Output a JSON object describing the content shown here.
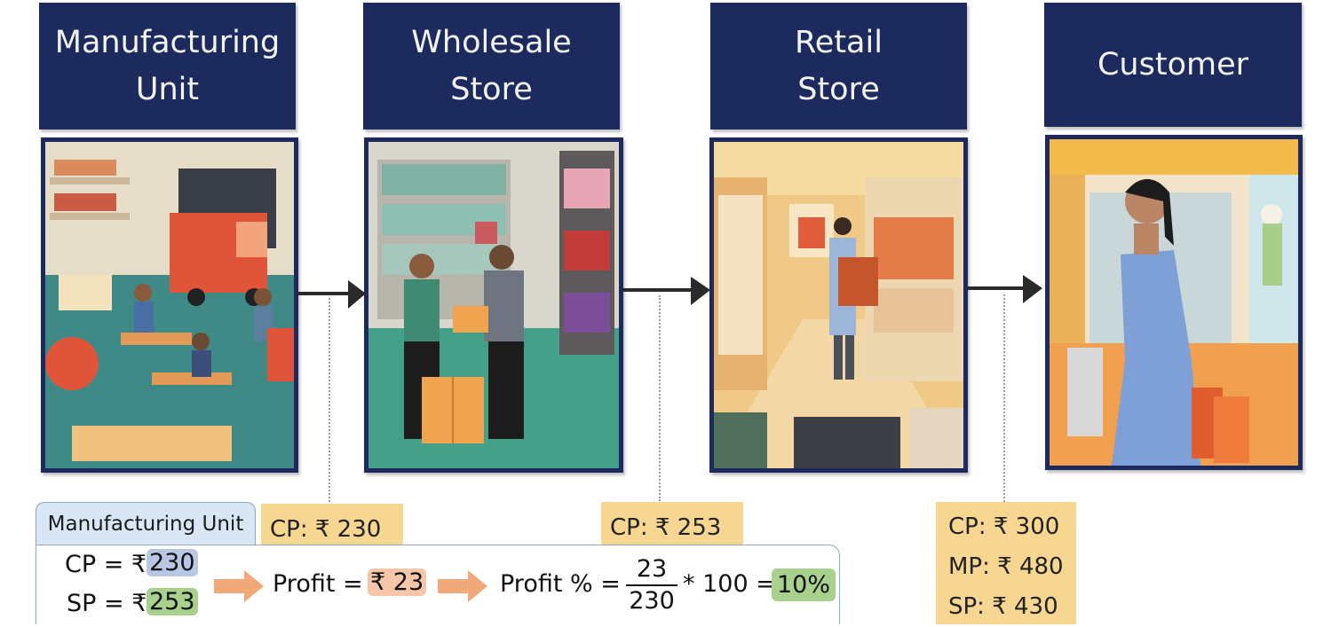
{
  "stages": [
    {
      "title": "Manufacturing\nUnit"
    },
    {
      "title": "Wholesale\nStore"
    },
    {
      "title": "Retail\nStore"
    },
    {
      "title": "Customer"
    }
  ],
  "notes": {
    "wholesale_cp": "CP: ₹ 230",
    "retail_cp": "CP: ₹ 253",
    "customer_cp": "CP: ₹ 300",
    "customer_mp": "MP: ₹ 480",
    "customer_sp": "SP: ₹ 430"
  },
  "calc": {
    "tab_label": "Manufacturing Unit",
    "cp_label": "CP = ₹",
    "cp_value": "230",
    "sp_label": "SP = ₹",
    "sp_value": "253",
    "profit_label": "Profit =",
    "profit_value": "₹ 23",
    "profit_pct_label": "Profit % =",
    "frac_num": "23",
    "frac_den": "230",
    "times_text": "* 100 =",
    "result": "10%"
  },
  "colors": {
    "header_bg": "#1d2a5e",
    "note_bg": "#f6d690",
    "cp_highlight": "#b9c7e4",
    "sp_highlight": "#a9d18e",
    "profit_highlight": "#f5c6a8",
    "flow_arrow": "#f2a97a"
  }
}
